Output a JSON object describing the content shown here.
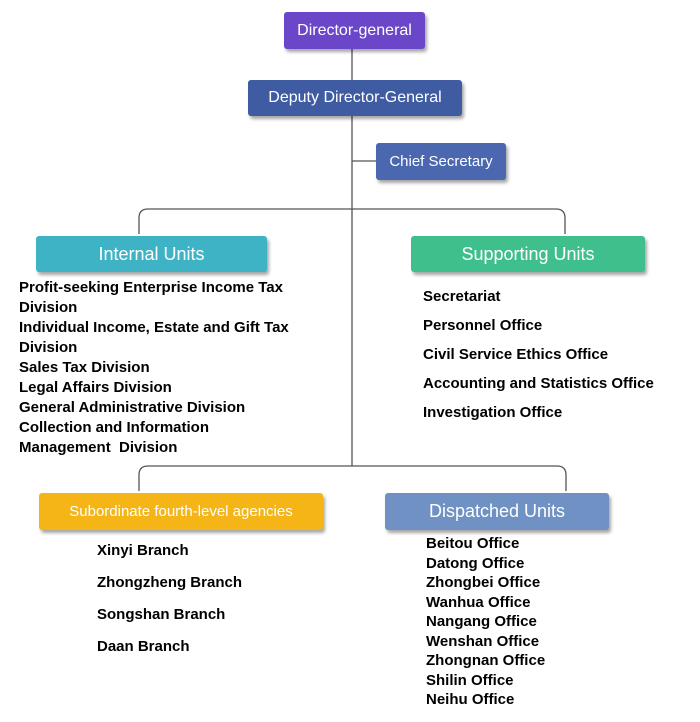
{
  "director_general": "Director-general",
  "deputy_director_general": "Deputy Director-General",
  "chief_secretary": "Chief Secretary",
  "internal_units": {
    "title": "Internal Units",
    "items": [
      "Profit-seeking Enterprise Income Tax",
      "Division",
      "Individual Income, Estate and Gift Tax",
      "Division",
      "Sales Tax Division",
      "Legal Affairs Division",
      "General Administrative Division",
      "Collection and Information",
      "Management  Division"
    ]
  },
  "supporting_units": {
    "title": "Supporting Units",
    "items": [
      "Secretariat",
      "Personnel Office",
      "Civil Service Ethics Office",
      "Accounting and Statistics Office",
      "Investigation Office"
    ]
  },
  "subordinate_agencies": {
    "title": "Subordinate fourth-level agencies",
    "items": [
      "Xinyi Branch",
      "Zhongzheng Branch",
      "Songshan Branch",
      "Daan Branch"
    ]
  },
  "dispatched_units": {
    "title": "Dispatched Units",
    "items": [
      "Beitou Office",
      "Datong Office",
      "Zhongbei Office",
      "Wanhua Office",
      "Nangang Office",
      "Wenshan Office",
      "Zhongnan Office",
      "Shilin Office",
      "Neihu Office"
    ]
  },
  "colors": {
    "director_general": "#6b46c8",
    "deputy_director_general": "#3f5ca3",
    "chief_secretary": "#4a67b0",
    "internal_units": "#3fb3c6",
    "supporting_units": "#3fbf8c",
    "subordinate_agencies": "#f5b517",
    "dispatched_units": "#6f91c4",
    "connector": "#555555"
  }
}
